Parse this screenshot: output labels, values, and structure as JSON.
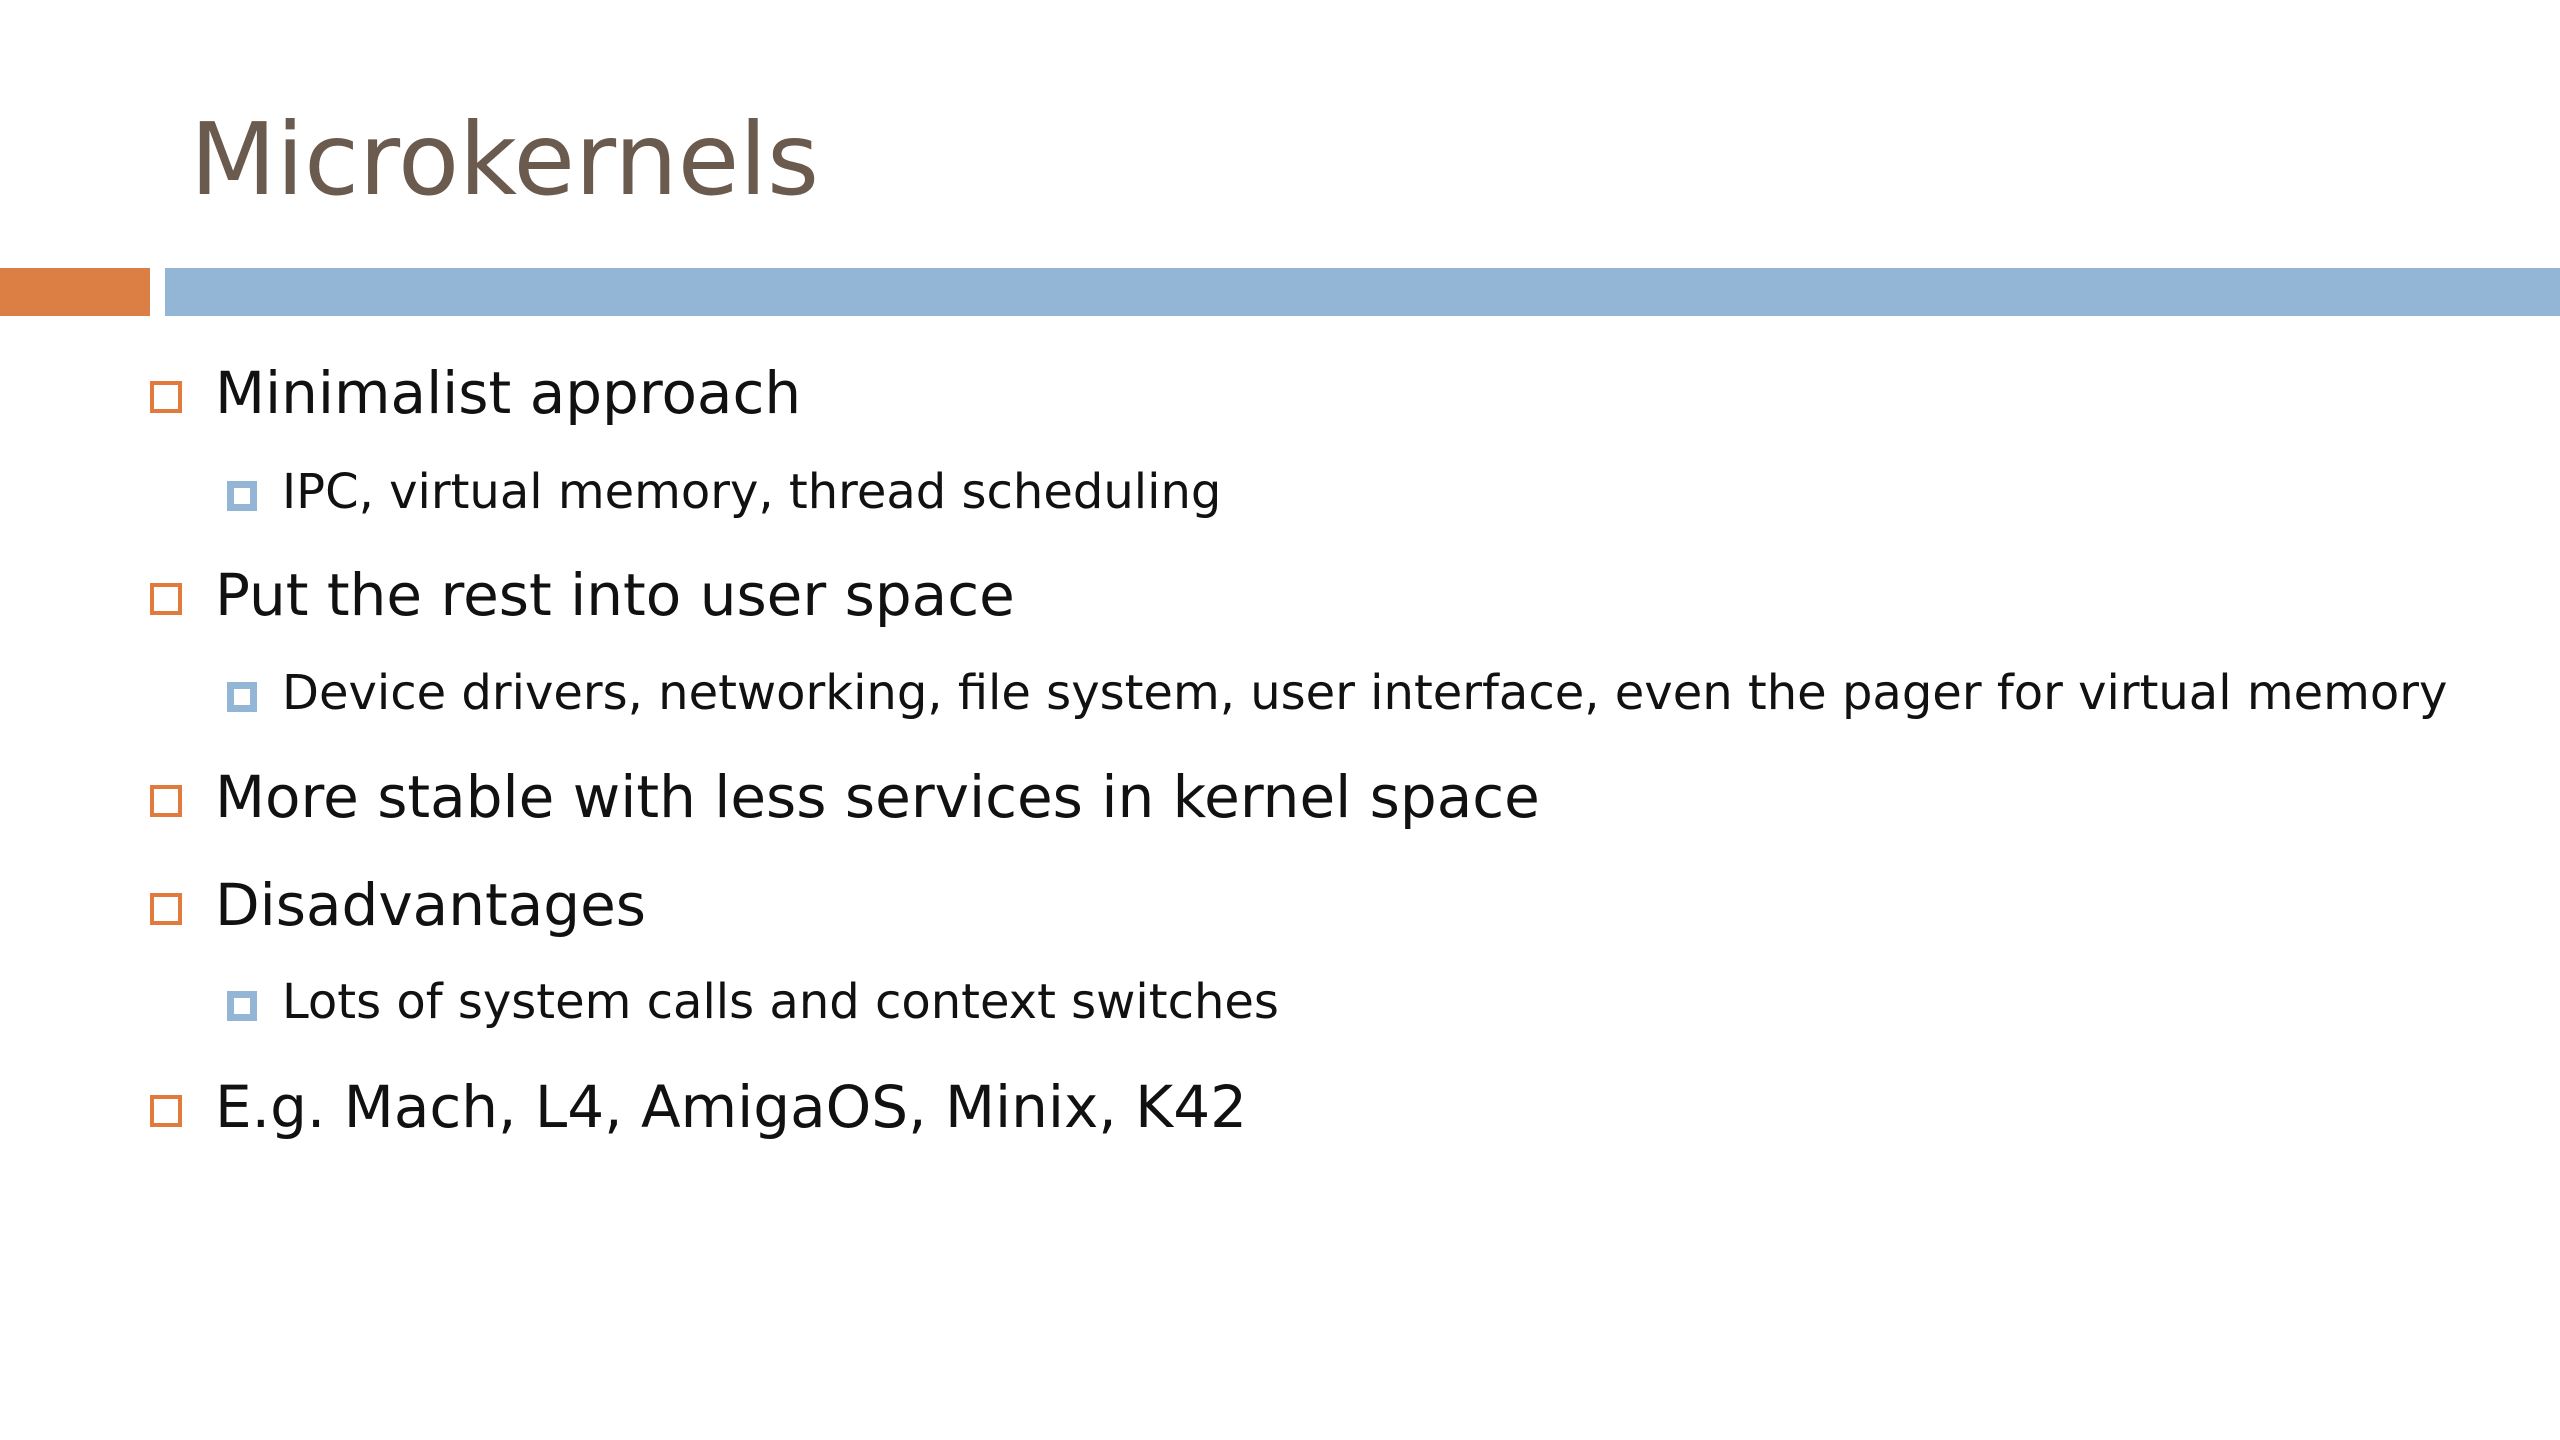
{
  "slide": {
    "title": "Microkernels",
    "colors": {
      "title": "#6b5a4e",
      "accent_bar": "#dc7f45",
      "rule_bar": "#94b6d6",
      "level1_marker": "#e07b3d",
      "level2_marker": "#94b6d6"
    },
    "bullets": [
      {
        "level": 1,
        "text": "Minimalist approach"
      },
      {
        "level": 2,
        "text": "IPC, virtual memory, thread scheduling"
      },
      {
        "level": 1,
        "text": "Put the rest into user space"
      },
      {
        "level": 2,
        "text": "Device drivers, networking, file system, user interface, even the pager for virtual memory"
      },
      {
        "level": 1,
        "text": "More stable with less services in kernel space"
      },
      {
        "level": 1,
        "text": "Disadvantages"
      },
      {
        "level": 2,
        "text": "Lots of system calls and context switches"
      },
      {
        "level": 1,
        "text": "E.g. Mach, L4, AmigaOS, Minix, K42"
      }
    ]
  }
}
